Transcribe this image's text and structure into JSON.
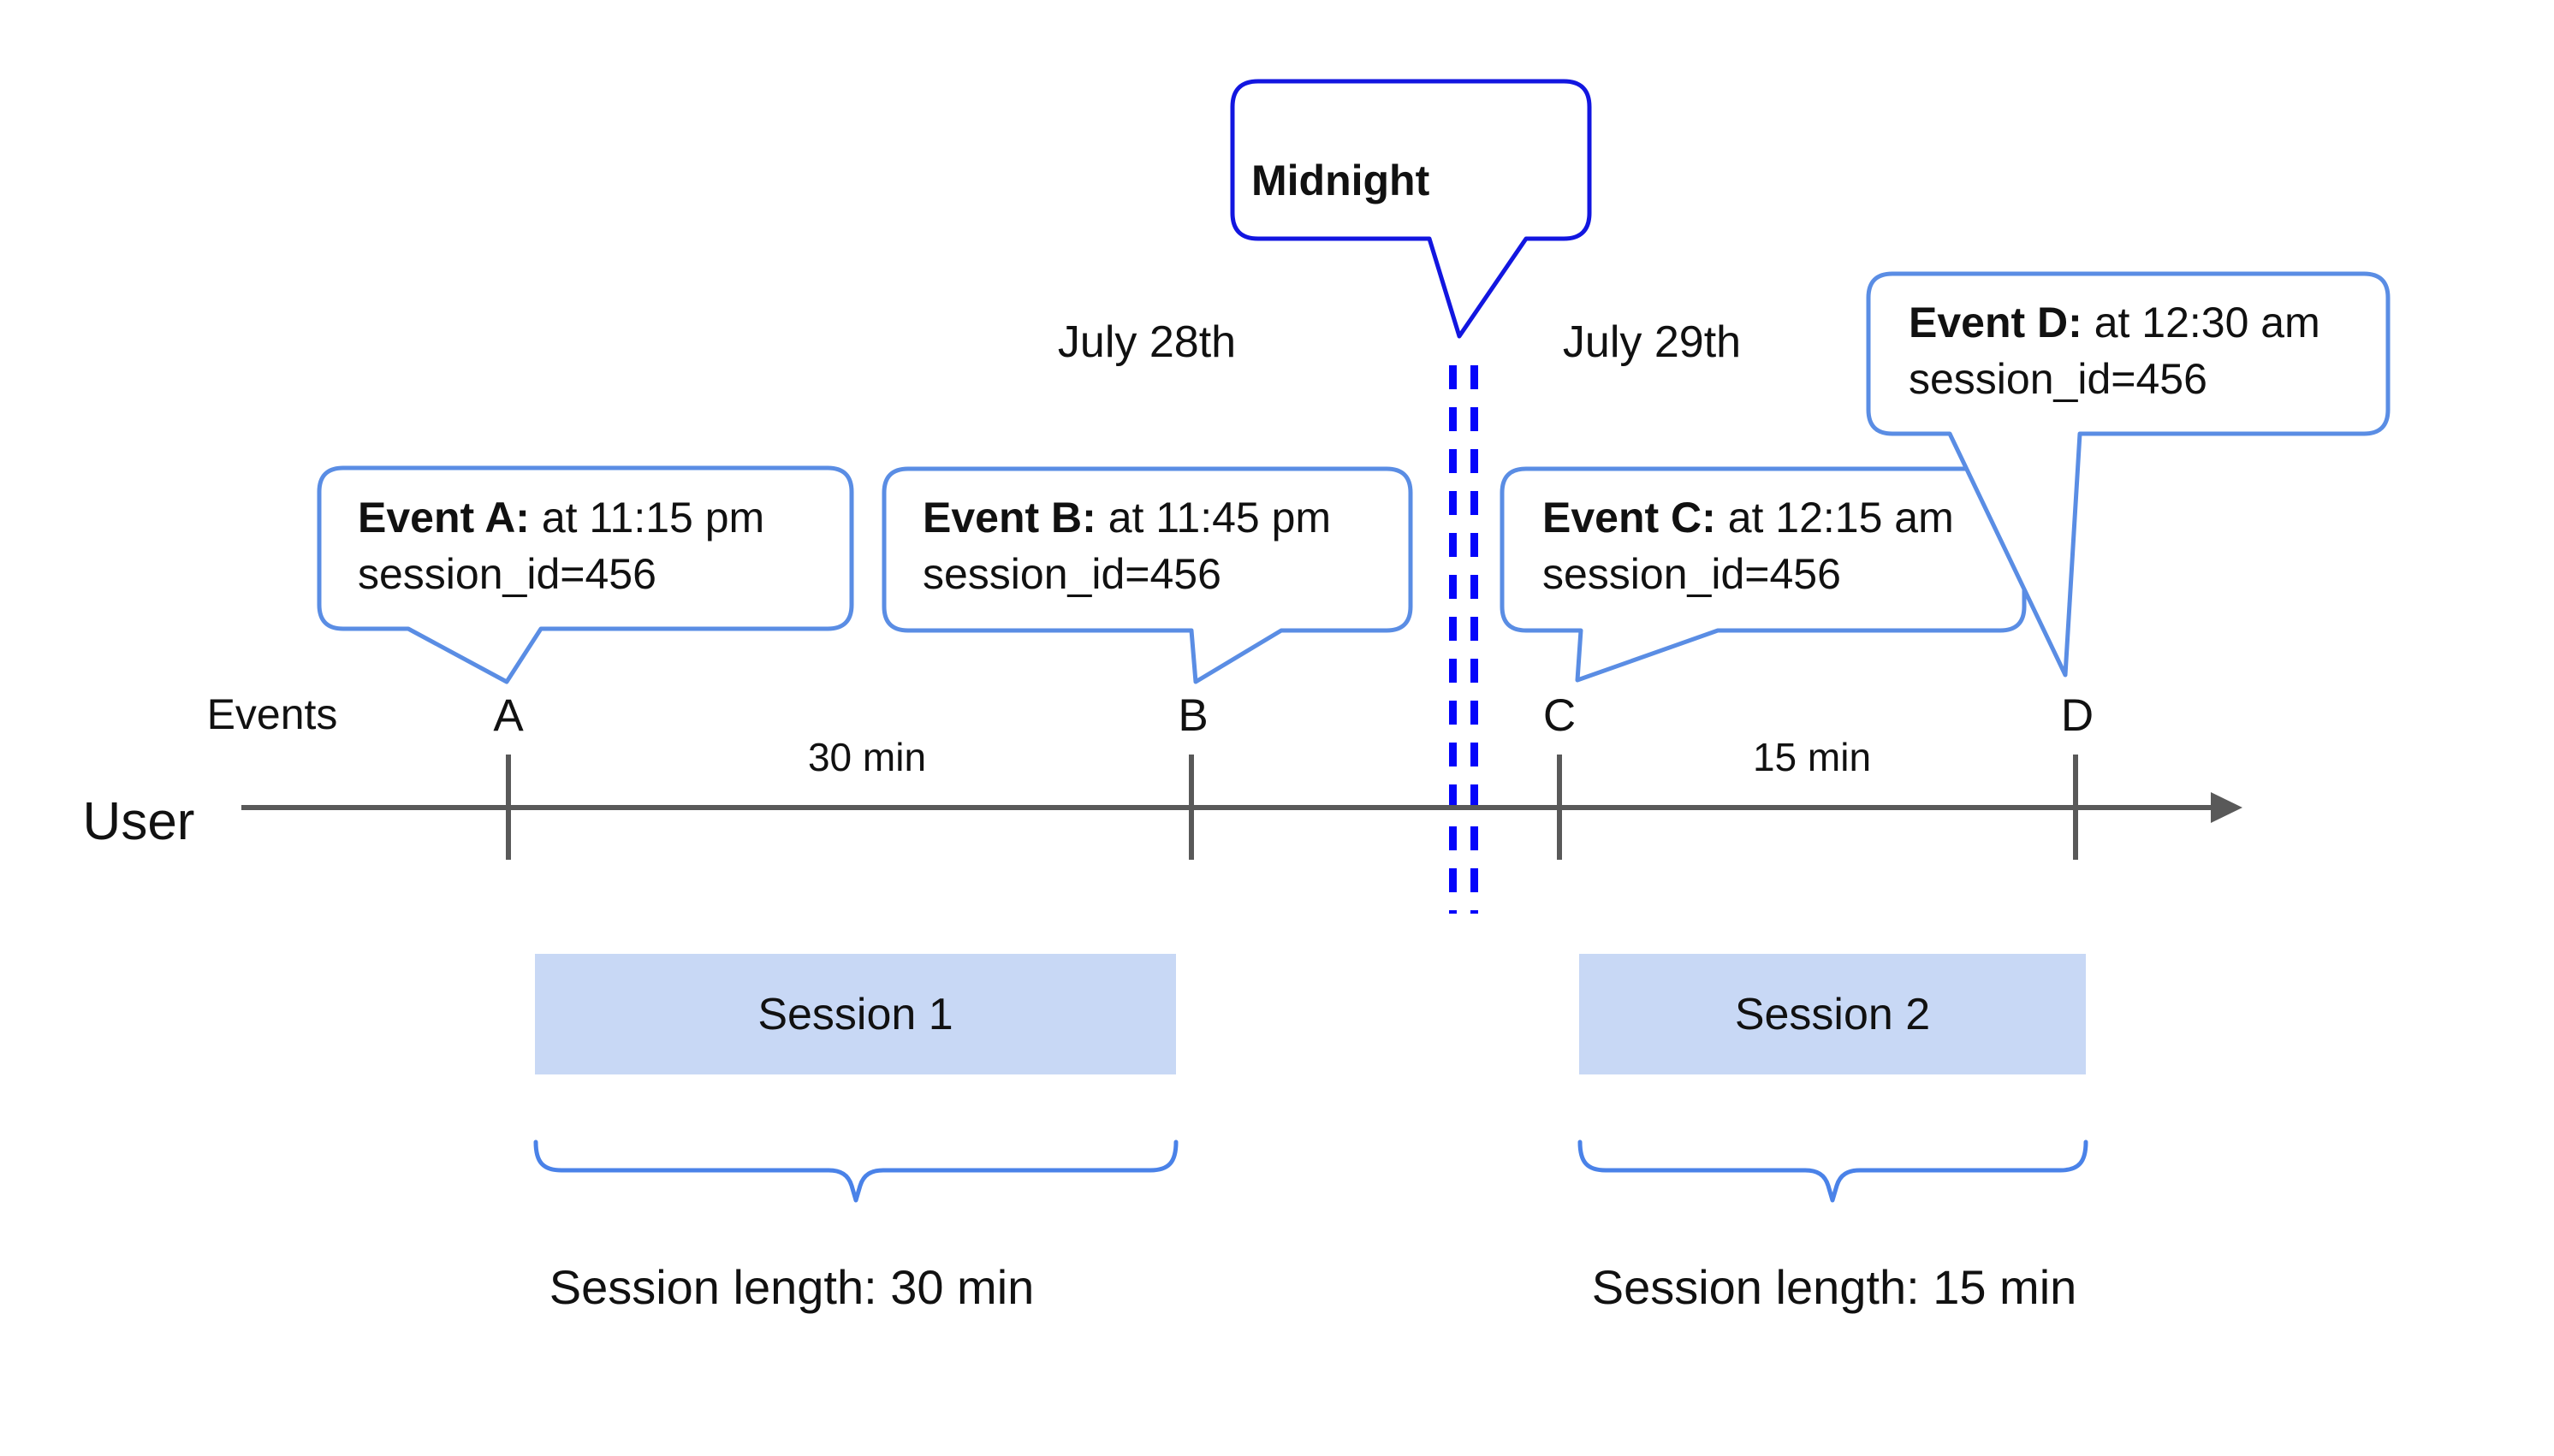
{
  "colors": {
    "midnight-border": "#1216e0",
    "event-border": "#5a8de4",
    "dash-blue": "#0505fa",
    "brace-blue": "#4a82e8",
    "session-fill": "#c8d8f5",
    "line-gray": "#595959",
    "text-black": "#111111"
  },
  "midnight": {
    "label": "Midnight"
  },
  "dates": {
    "left": "July 28th",
    "right": "July 29th"
  },
  "axis": {
    "events_label": "Events",
    "user_label": "User",
    "interval_left": "30 min",
    "interval_right": "15 min"
  },
  "events": [
    {
      "letter": "A",
      "title": "Event A:",
      "time": " at 11:15 pm",
      "session": "session_id=456"
    },
    {
      "letter": "B",
      "title": "Event B:",
      "time": " at 11:45 pm",
      "session": "session_id=456"
    },
    {
      "letter": "C",
      "title": "Event C:",
      "time": " at 12:15 am",
      "session": "session_id=456"
    },
    {
      "letter": "D",
      "title": "Event D:",
      "time": " at 12:30 am",
      "session": "session_id=456"
    }
  ],
  "sessions": [
    {
      "name": "Session 1",
      "length_label": "Session length: 30 min"
    },
    {
      "name": "Session 2",
      "length_label": "Session length: 15 min"
    }
  ]
}
